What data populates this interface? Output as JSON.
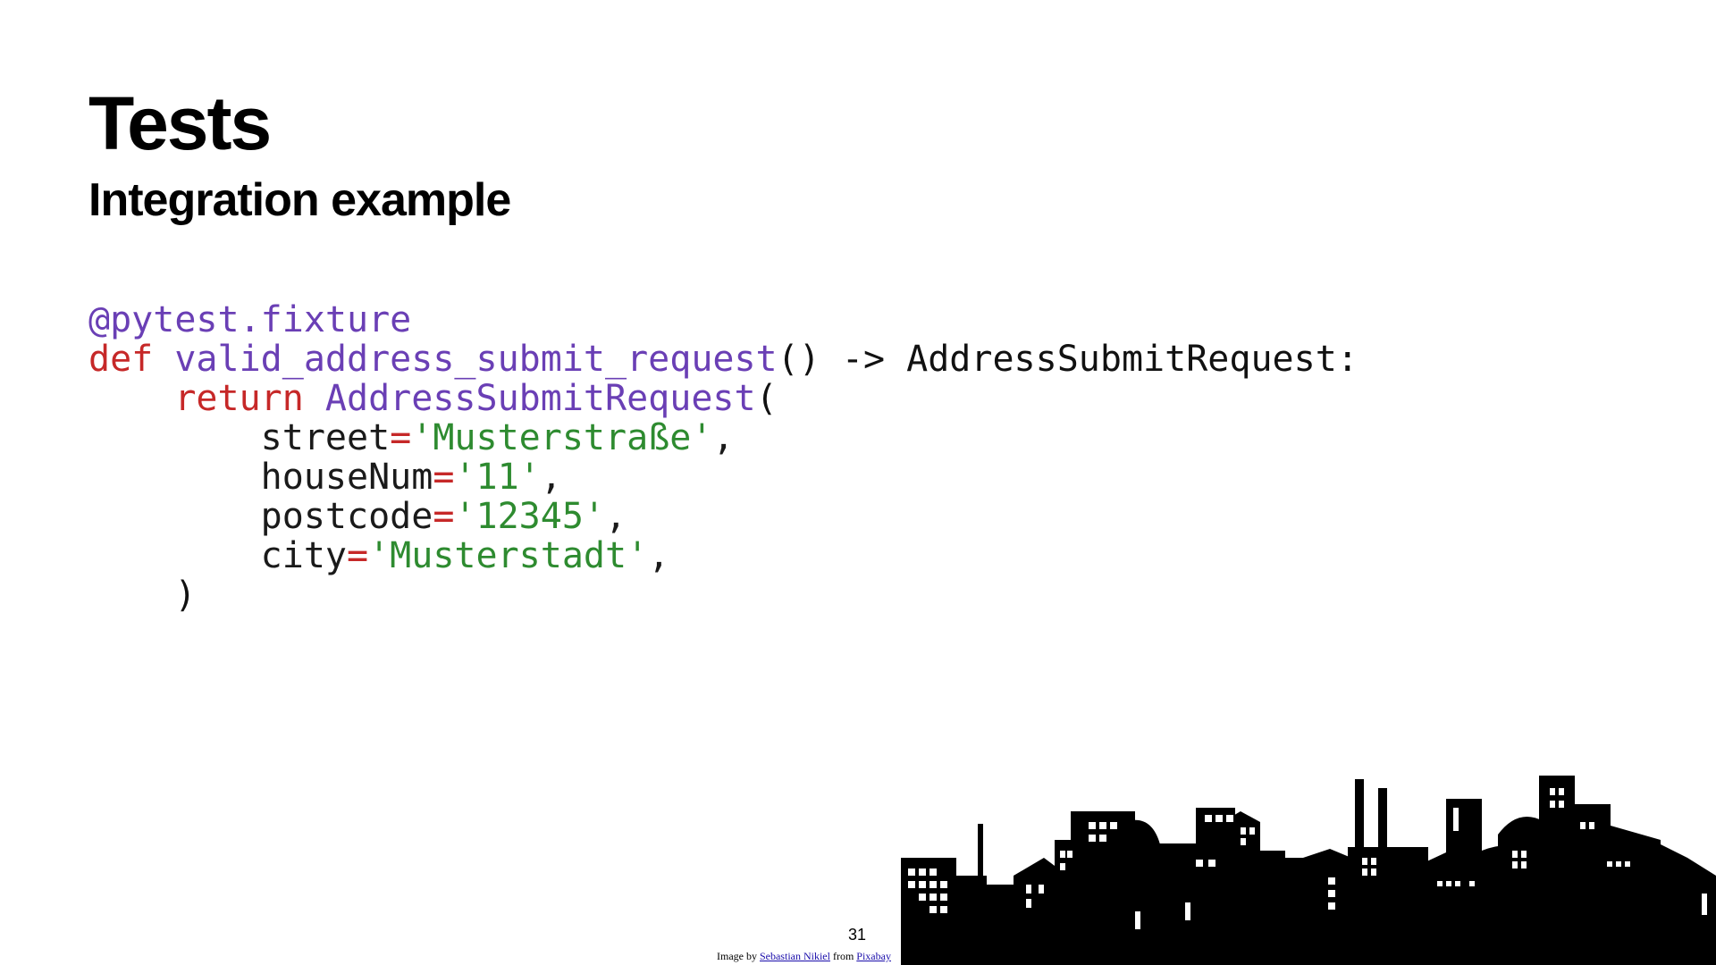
{
  "slide": {
    "title": "Tests",
    "subtitle": "Integration example",
    "page_number": "31"
  },
  "code": {
    "decorator": "@pytest.fixture",
    "line2": {
      "kw": "def",
      "fn_name": "valid_address_submit_request",
      "params": "()",
      "arrow": " -> ",
      "return_type": "AddressSubmitRequest:"
    },
    "line3": {
      "kw": "return",
      "cls": "AddressSubmitRequest",
      "paren": "("
    },
    "args": [
      {
        "name": "street",
        "eq": "=",
        "value": "'Musterstraße'",
        "comma": ","
      },
      {
        "name": "houseNum",
        "eq": "=",
        "value": "'11'",
        "comma": ","
      },
      {
        "name": "postcode",
        "eq": "=",
        "value": "'12345'",
        "comma": ","
      },
      {
        "name": "city",
        "eq": "=",
        "value": "'Musterstadt'",
        "comma": ","
      }
    ],
    "close": ")"
  },
  "credit": {
    "prefix": "Image by ",
    "author": "Sebastian Nikiel",
    "middle": " from ",
    "source": "Pixabay"
  },
  "colors": {
    "keyword": "#c62828",
    "function": "#6a3fb5",
    "string": "#2e8b30",
    "text": "#1a1a1a"
  }
}
